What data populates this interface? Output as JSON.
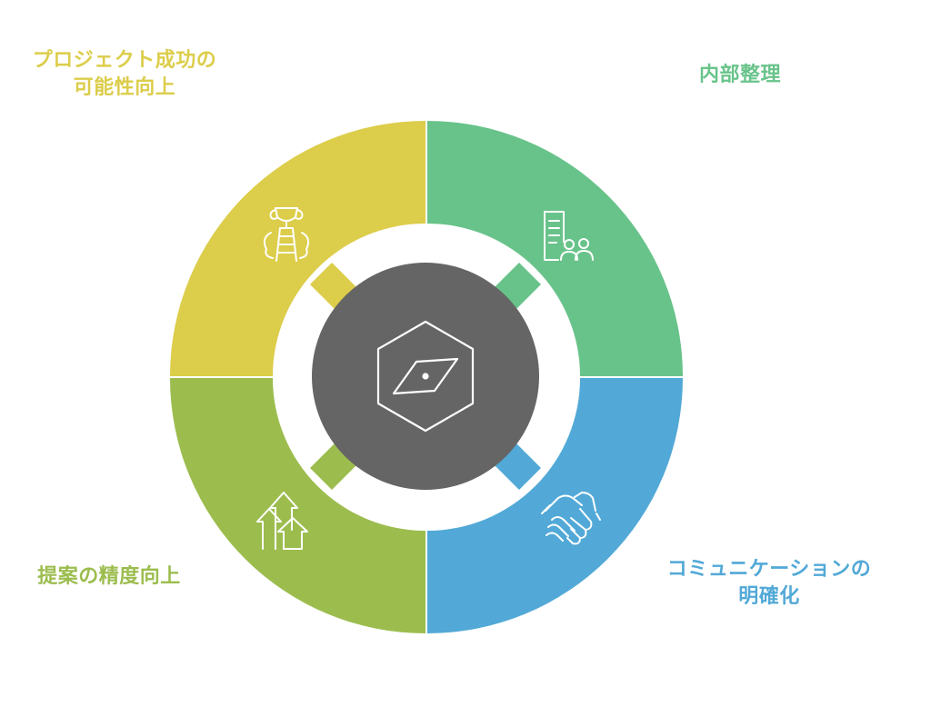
{
  "colors": {
    "segment_top_left": "#dccd4a",
    "segment_top_right": "#68c38a",
    "segment_bottom_right": "#52a9d7",
    "segment_bottom_left": "#9cbd4e",
    "hub": "#656565",
    "icon_stroke": "#ffffff",
    "background": "#ffffff"
  },
  "segments": [
    {
      "id": "top-left",
      "label_lines": [
        "プロジェクト成功の",
        "可能性向上"
      ],
      "icon": "trophy-ladder-icon",
      "color": "#dccd4a"
    },
    {
      "id": "top-right",
      "label_lines": [
        "内部整理"
      ],
      "icon": "document-team-icon",
      "color": "#68c38a"
    },
    {
      "id": "bottom-right",
      "label_lines": [
        "コミュニケーションの",
        "明確化"
      ],
      "icon": "handshake-icon",
      "color": "#52a9d7"
    },
    {
      "id": "bottom-left",
      "label_lines": [
        "提案の精度向上"
      ],
      "icon": "growth-arrows-icon",
      "color": "#9cbd4e"
    }
  ],
  "center": {
    "icon": "compass-icon"
  }
}
